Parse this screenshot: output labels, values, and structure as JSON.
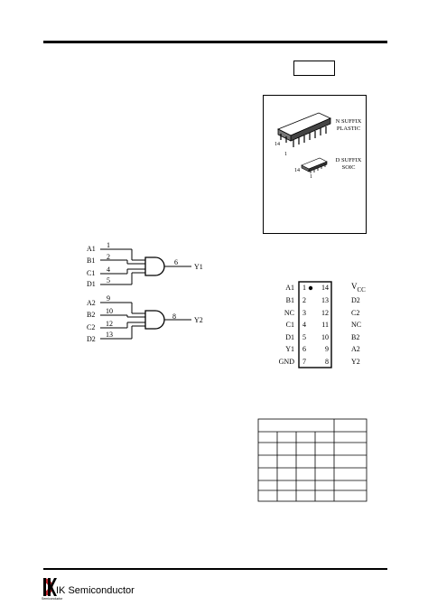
{
  "package": {
    "n_suffix": "N SUFFIX",
    "n_type": "PLASTIC",
    "d_suffix": "D SUFFIX",
    "d_type": "SOIC",
    "n_pin_high": "14",
    "n_pin_low": "1",
    "d_pin_high": "14",
    "d_pin_low": "1"
  },
  "logic": {
    "gate1": {
      "inputs": [
        {
          "name": "A1",
          "pin": "1"
        },
        {
          "name": "B1",
          "pin": "2"
        },
        {
          "name": "C1",
          "pin": "4"
        },
        {
          "name": "D1",
          "pin": "5"
        }
      ],
      "out_pin": "6",
      "out_name": "Y1"
    },
    "gate2": {
      "inputs": [
        {
          "name": "A2",
          "pin": "9"
        },
        {
          "name": "B2",
          "pin": "10"
        },
        {
          "name": "C2",
          "pin": "12"
        },
        {
          "name": "D2",
          "pin": "13"
        }
      ],
      "out_pin": "8",
      "out_name": "Y2"
    }
  },
  "pinout": {
    "left": [
      {
        "name": "A1",
        "num": "1"
      },
      {
        "name": "B1",
        "num": "2"
      },
      {
        "name": "NC",
        "num": "3"
      },
      {
        "name": "C1",
        "num": "4"
      },
      {
        "name": "D1",
        "num": "5"
      },
      {
        "name": "Y1",
        "num": "6"
      },
      {
        "name": "GND",
        "num": "7"
      }
    ],
    "right": [
      {
        "num": "14",
        "name": "V"
      },
      {
        "num": "13",
        "name": "D2"
      },
      {
        "num": "12",
        "name": "C2"
      },
      {
        "num": "11",
        "name": "NC"
      },
      {
        "num": "10",
        "name": "B2"
      },
      {
        "num": "9",
        "name": "A2"
      },
      {
        "num": "8",
        "name": "Y2"
      }
    ],
    "vcc_sub": "CC"
  },
  "footer": {
    "company": "IK Semiconductor",
    "tagline": "Semiconductor"
  }
}
